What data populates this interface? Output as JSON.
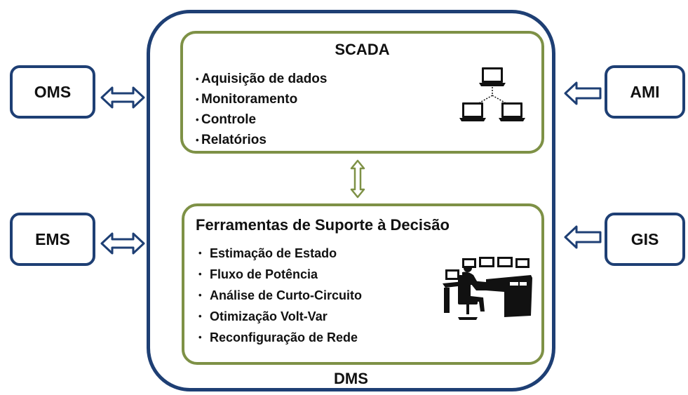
{
  "external_systems": {
    "oms": "OMS",
    "ems": "EMS",
    "ami": "AMI",
    "gis": "GIS"
  },
  "dms": {
    "label": "DMS",
    "scada": {
      "title": "SCADA",
      "items": [
        "Aquisição  de dados",
        "Monitoramento",
        "Controle",
        "Relatórios"
      ],
      "icon": "network-computers-icon"
    },
    "decision_tools": {
      "title": "Ferramentas de Suporte à Decisão",
      "items": [
        "Estimação de Estado",
        "Fluxo de Potência",
        "Análise de Curto-Circuito",
        "Otimização Volt-Var",
        "Reconfiguração de Rede"
      ],
      "icon": "operator-control-room-icon"
    }
  },
  "colors": {
    "outer_border": "#1e3f74",
    "inner_border": "#7e9146",
    "arrow_blue": "#1e3f74",
    "arrow_green": "#7e9146"
  }
}
